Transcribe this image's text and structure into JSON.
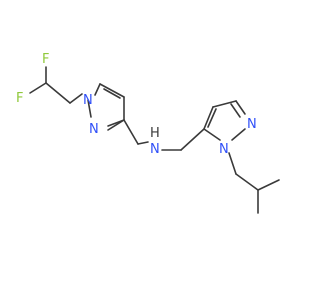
{
  "molecule": {
    "colors": {
      "bond": "#3a3a3a",
      "fluorine": "#8fc93a",
      "nitrogen": "#3050f8",
      "hydrogen_on_n": "#3a3a3a",
      "background": "#ffffff"
    },
    "atoms": {
      "f_top": "F",
      "f_left": "F",
      "n_pz1_n1": "N",
      "n_pz1_n2": "N",
      "nh_n": "N",
      "nh_h": "H",
      "n_pz2_n2": "N",
      "n_pz2_n1": "N"
    }
  }
}
